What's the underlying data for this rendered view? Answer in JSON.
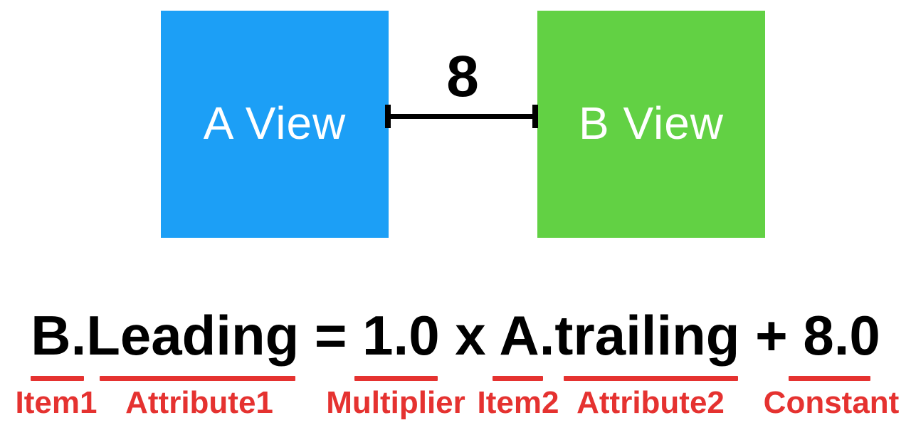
{
  "diagram": {
    "box_a": {
      "label": "A View",
      "color": "#1c9ff6"
    },
    "box_b": {
      "label": "B View",
      "color": "#62d144"
    },
    "spacing_label": "8"
  },
  "equation": {
    "text": "B.Leading = 1.0 x A.trailing + 8.0"
  },
  "annotations": [
    {
      "label": "Item1"
    },
    {
      "label": "Attribute1"
    },
    {
      "label": "Multiplier"
    },
    {
      "label": "Item2"
    },
    {
      "label": "Attribute2"
    },
    {
      "label": "Constant"
    }
  ],
  "colors": {
    "box_a_blue": "#1c9ff6",
    "box_b_green": "#62d144",
    "annotation_red": "#e53230",
    "text_black": "#000000",
    "background": "#ffffff"
  }
}
